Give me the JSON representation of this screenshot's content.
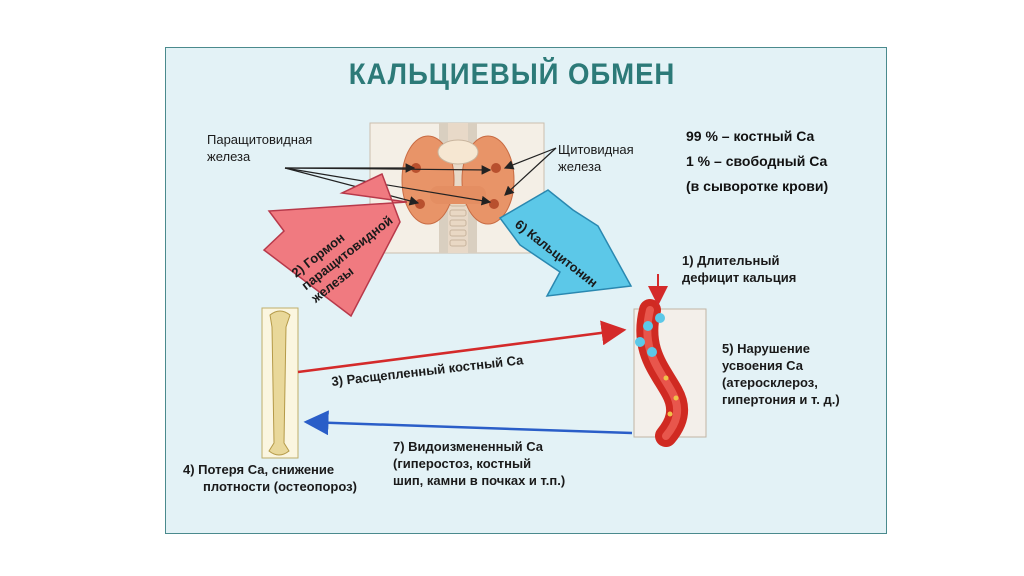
{
  "title": "КАЛЬЦИЕВЫЙ ОБМЕН",
  "gland_labels": {
    "parathyroid": [
      "Паращитовидная",
      "железа"
    ],
    "thyroid": [
      "Щитовидная",
      "железа"
    ]
  },
  "stats": {
    "line1": "99 % – костный Са",
    "line2": "1 % – свободный Са",
    "line3": "(в сыворотке крови)"
  },
  "steps": {
    "s1": [
      "1) Длительный",
      "дефицит кальция"
    ],
    "s2": [
      "2) Гормон",
      "паращитовидной",
      "железы"
    ],
    "s3": "3) Расщепленный костный Са",
    "s4": [
      "4)  Потеря  Са,  снижение",
      "плотности (остеопороз)"
    ],
    "s5": [
      "5) Нарушение",
      "усвоения Са",
      "(атеросклероз,",
      "гипертония и т. д.)"
    ],
    "s6": "6) Кальцитонин",
    "s7": [
      "7) Видоизмененный Са",
      "(гиперостоз, костный",
      "шип, камни в почках и т.п.)"
    ]
  },
  "colors": {
    "title": "#2c7a78",
    "panel_bg": "#e3f2f6",
    "panel_border": "#4a8a8d",
    "pth_arrow": "#f07a80",
    "calcitonin_arrow": "#5cc8e8",
    "bone_arrow": "#d42a2a",
    "return_arrow": "#2a5ec8",
    "vessel": "#d02a22"
  }
}
